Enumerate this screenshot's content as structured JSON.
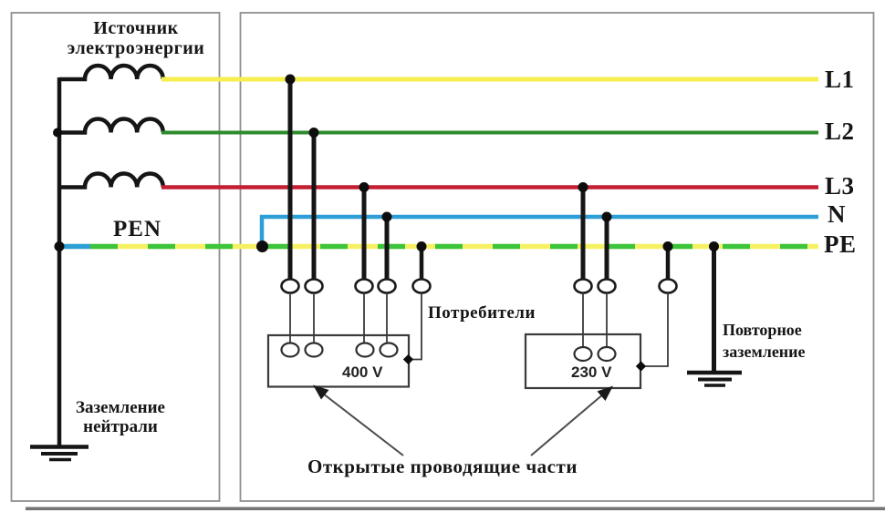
{
  "diagram": {
    "source": {
      "label_line1": "Источник",
      "label_line2": "электроэнергии"
    },
    "pen": {
      "label": "PEN"
    },
    "conductors": [
      {
        "id": "l1",
        "label": "L1",
        "color": "#F5EE4E"
      },
      {
        "id": "l2",
        "label": "L2",
        "color": "#2E8B2E"
      },
      {
        "id": "l3",
        "label": "L3",
        "color": "#C41E32"
      },
      {
        "id": "n",
        "label": "N",
        "color": "#2D9FD6"
      },
      {
        "id": "pe",
        "label": "PE",
        "color_base": "#F6F063",
        "color_dash": "#3DC43D",
        "color_start": "#2D9FD6"
      }
    ],
    "neutral_ground": {
      "label_line1": "Заземление",
      "label_line2": "нейтрали"
    },
    "consumers": {
      "label": "Потребители"
    },
    "loads": [
      {
        "voltage": "400 V"
      },
      {
        "voltage": "230 V"
      }
    ],
    "repeat_ground": {
      "label_line1": "Повторное",
      "label_line2": "заземление"
    },
    "exposed_parts": {
      "label": "Открытые проводящие части"
    },
    "colors": {
      "wire": "#151515",
      "outer_border": "#8F8F8F",
      "load_border": "#3A3A3A"
    }
  }
}
